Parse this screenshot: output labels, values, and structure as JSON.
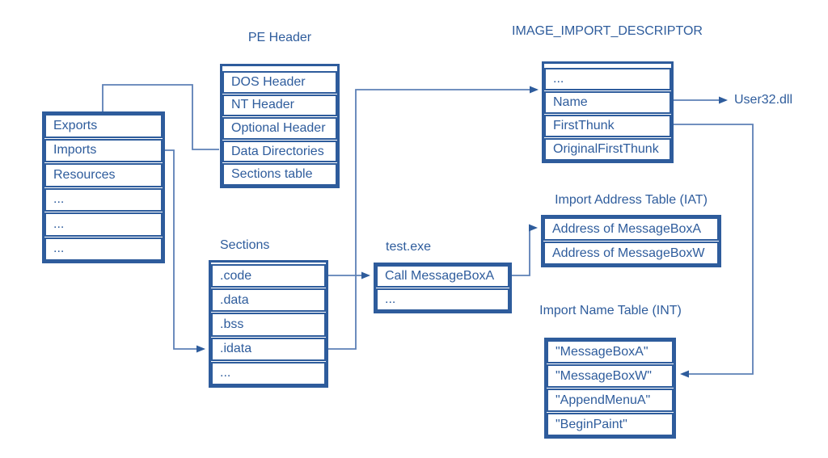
{
  "boxes": {
    "data_directories_list": {
      "rows": [
        "Exports",
        "Imports",
        "Resources",
        "...",
        "...",
        "..."
      ]
    },
    "pe_header": {
      "title": "PE Header",
      "rows": [
        "DOS Header",
        "NT Header",
        "Optional Header",
        "Data Directories",
        "Sections table"
      ]
    },
    "image_import_descriptor": {
      "title": "IMAGE_IMPORT_DESCRIPTOR",
      "rows": [
        "...",
        "Name",
        "FirstThunk",
        "OriginalFirstThunk"
      ]
    },
    "sections": {
      "title": "Sections",
      "rows": [
        ".code",
        ".data",
        ".bss",
        ".idata",
        "..."
      ]
    },
    "test_exe": {
      "title": "test.exe",
      "rows": [
        "Call MessageBoxA",
        "..."
      ]
    },
    "iat": {
      "title": "Import Address Table (IAT)",
      "rows": [
        "Address of MessageBoxA",
        "Address of MessageBoxW"
      ]
    },
    "int": {
      "title": "Import Name Table (INT)",
      "rows": [
        "\"MessageBoxA\"",
        "\"MessageBoxW\"",
        "\"AppendMenuA\"",
        "\"BeginPaint\""
      ]
    }
  },
  "labels": {
    "user32": "User32.dll"
  },
  "colors": {
    "border": "#2e5c9c",
    "text": "#2e5c9c",
    "connector": "#5d80b6",
    "arrowhead": "#2e5c9c",
    "background": "#ffffff"
  }
}
